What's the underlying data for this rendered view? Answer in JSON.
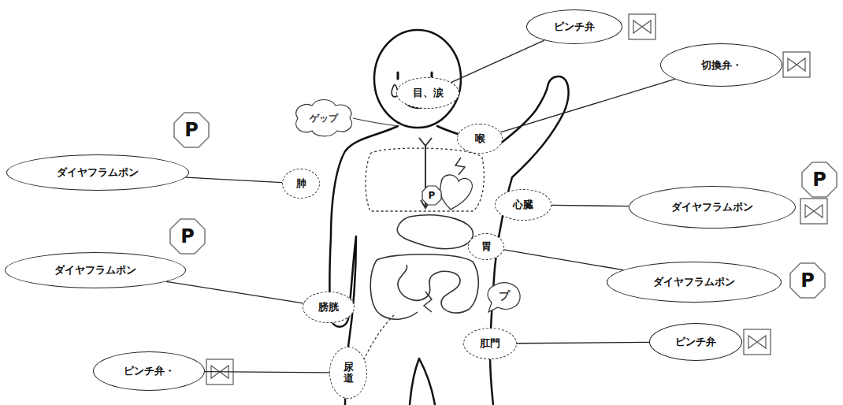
{
  "diagram": {
    "nodes": [
      {
        "text": [
          "ピンチ弁"
        ]
      },
      {
        "text": [
          "目、涙"
        ]
      },
      {
        "text": [
          "切換弁・"
        ]
      },
      {
        "text": [
          "喉"
        ]
      },
      {
        "text": [
          "ダイヤフラムポン"
        ]
      },
      {
        "text": [
          "肺"
        ]
      },
      {
        "text": [
          "心臓"
        ]
      },
      {
        "text": [
          "ダイヤフラムポン"
        ]
      },
      {
        "text": [
          "胃"
        ]
      },
      {
        "text": [
          "ダイヤフラムポン"
        ]
      },
      {
        "text": [
          "ダイヤフラムポン"
        ]
      },
      {
        "text": [
          "膀胱"
        ]
      },
      {
        "text": [
          "肛門"
        ]
      },
      {
        "text": [
          "ピンチ弁"
        ]
      },
      {
        "text": [
          "ピンチ弁・"
        ]
      },
      {
        "text": [
          "尿道"
        ]
      }
    ],
    "edges": [
      {
        "from": 0,
        "to": 1,
        "arrow": "none"
      },
      {
        "from": 2,
        "to": 3,
        "arrow": "none"
      },
      {
        "from": 4,
        "to": 5,
        "arrow": "none"
      },
      {
        "from": 7,
        "to": 6,
        "arrow": "none"
      },
      {
        "from": 10,
        "to": 8,
        "arrow": "none"
      },
      {
        "from": 9,
        "to": 11,
        "arrow": "none"
      },
      {
        "from": 13,
        "to": 12,
        "arrow": "none"
      },
      {
        "from": 14,
        "to": 15,
        "arrow": "none"
      }
    ],
    "labels": [
      "ゲップ",
      "P",
      "P",
      "P",
      "P",
      "P",
      "プ"
    ]
  }
}
